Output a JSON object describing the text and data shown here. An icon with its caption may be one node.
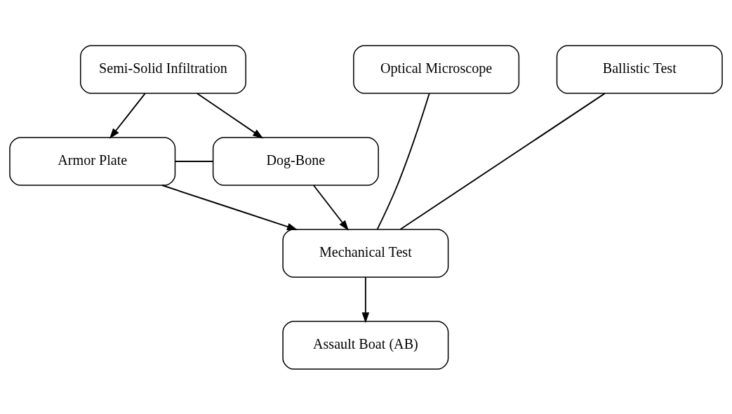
{
  "diagram": {
    "nodes": [
      {
        "text": [
          "Semi-Solid Infiltration"
        ]
      },
      {
        "text": [
          "Armor Plate"
        ]
      },
      {
        "text": [
          "Dog-Bone"
        ]
      },
      {
        "text": [
          "Optical Microscope"
        ]
      },
      {
        "text": [
          "Mechanical Test"
        ]
      },
      {
        "text": [
          "Ballistic Test"
        ]
      },
      {
        "text": [
          "Assault Boat (AB)"
        ]
      }
    ],
    "edges": [
      {
        "from": 0,
        "to": 1,
        "arrow": "to"
      },
      {
        "from": 0,
        "to": 2,
        "arrow": "to"
      },
      {
        "from": 1,
        "to": 2,
        "arrow": "none"
      },
      {
        "from": 1,
        "to": 4,
        "arrow": "to"
      },
      {
        "from": 2,
        "to": 4,
        "arrow": "to"
      },
      {
        "from": 3,
        "to": 4,
        "arrow": "none"
      },
      {
        "from": 4,
        "to": 5,
        "arrow": "none"
      },
      {
        "from": 4,
        "to": 6,
        "arrow": "to"
      }
    ]
  }
}
